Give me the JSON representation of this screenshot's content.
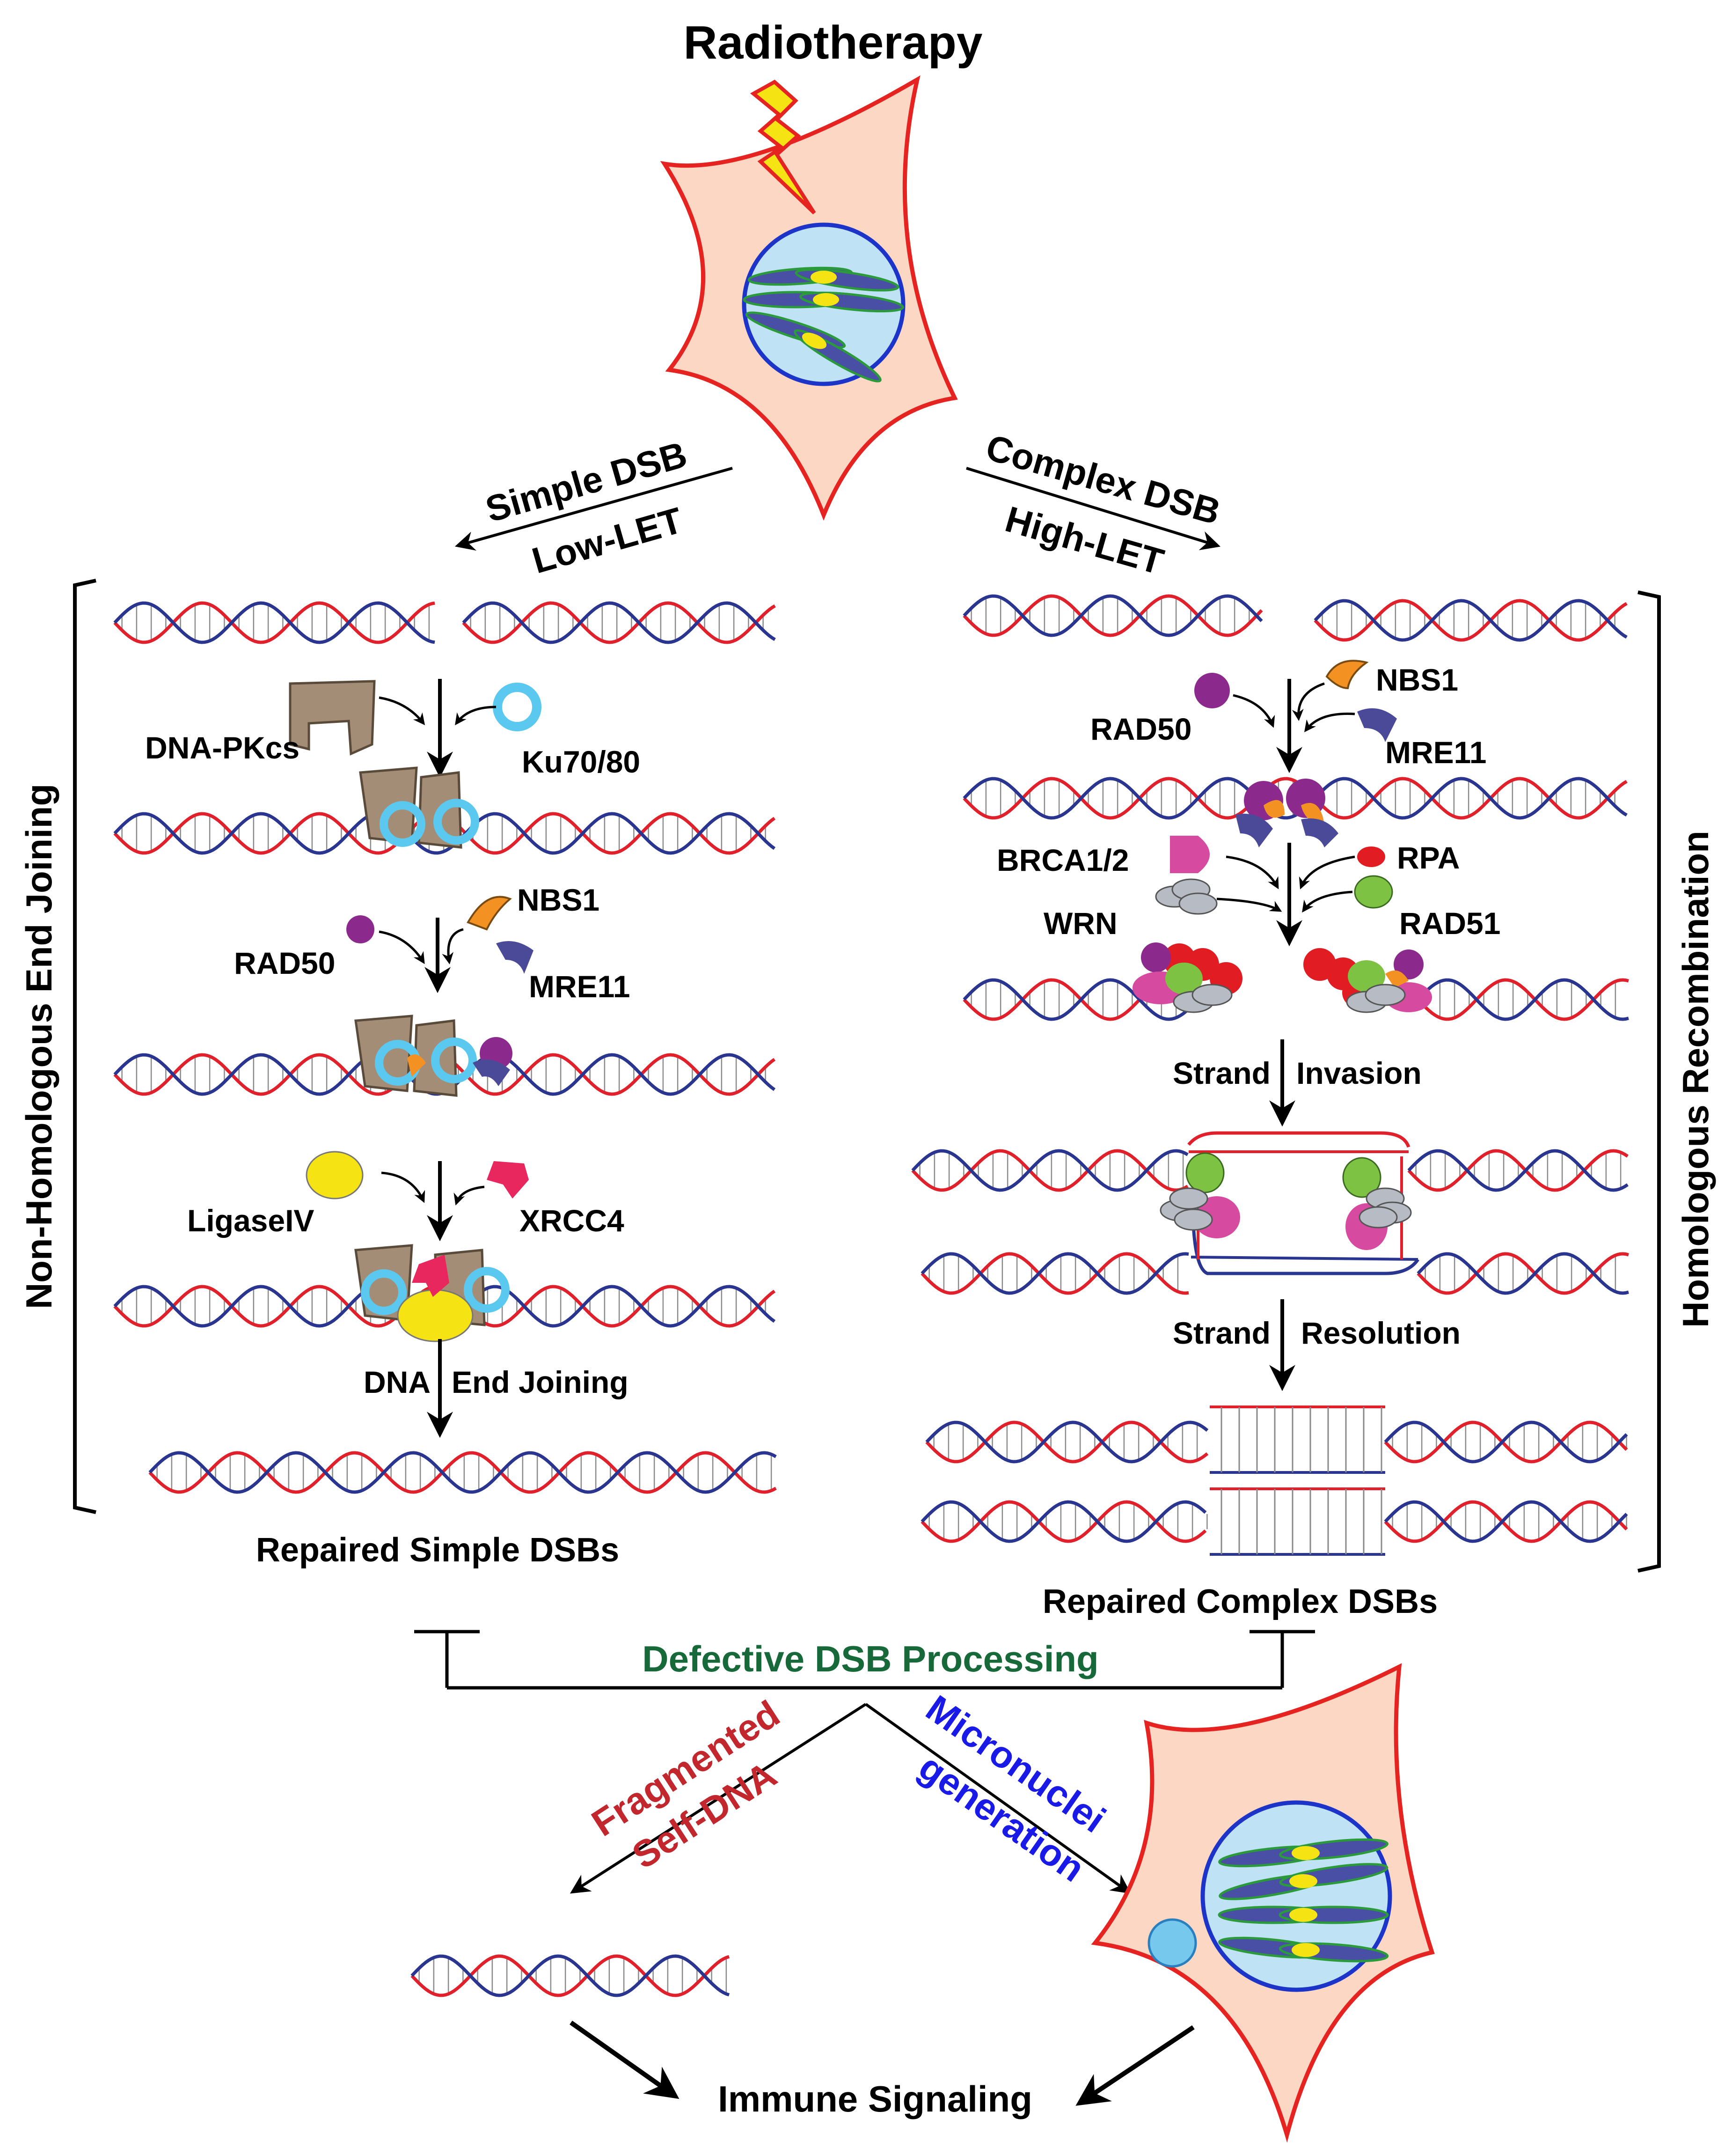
{
  "title": "Radiotherapy",
  "branches": {
    "left_top": "Simple DSB",
    "left_bottom": "Low-LET",
    "right_top": "Complex DSB",
    "right_bottom": "High-LET"
  },
  "nhej": {
    "pathway_label": "Non-Homologous End Joining",
    "dna_pkcs": "DNA-PKcs",
    "ku": "Ku70/80",
    "nbs1": "NBS1",
    "rad50": "RAD50",
    "mre11": "MRE11",
    "ligase": "LigaseIV",
    "xrcc4": "XRCC4",
    "step_left": "DNA",
    "step_right": "End Joining",
    "result": "Repaired Simple DSBs"
  },
  "hr": {
    "pathway_label": "Homologous Recombination",
    "nbs1": "NBS1",
    "rad50": "RAD50",
    "mre11": "MRE11",
    "brca": "BRCA1/2",
    "rpa": "RPA",
    "wrn": "WRN",
    "rad51": "RAD51",
    "step1_left": "Strand",
    "step1_right": "Invasion",
    "step2_left": "Strand",
    "step2_right": "Resolution",
    "result": "Repaired Complex DSBs"
  },
  "defective": "Defective DSB Processing",
  "fragmented_line1": "Fragmented",
  "fragmented_line2": "Self-DNA",
  "micronuclei_line1": "Micronuclei",
  "micronuclei_line2": "generation",
  "immune": "Immune Signaling",
  "colors": {
    "strand_red": "#e0202a",
    "strand_blue": "#2a3590",
    "cell_fill": "#fbd7c4",
    "cell_stroke": "#e52421",
    "nucleus_fill": "#bfe3f5",
    "nucleus_stroke": "#1d34c8",
    "chromosome": "#4a4fa6",
    "defective_green": "#17693a",
    "fragmented_red": "#c1272d",
    "micronuclei_blue": "#1a1ae6",
    "ku_blue": "#5ac8ef",
    "pkcs_brown": "#a48d77",
    "rad50_purple": "#8b2a8c",
    "nbs1_orange": "#f39223",
    "mre11_navy": "#4b4a98",
    "ligase_yellow": "#f6e313",
    "xrcc4_pink": "#e7275d",
    "brca_magenta": "#d64aa0",
    "rpa_red": "#e21c23",
    "rad51_green": "#7dc242",
    "wrn_gray": "#b7bcc4"
  }
}
